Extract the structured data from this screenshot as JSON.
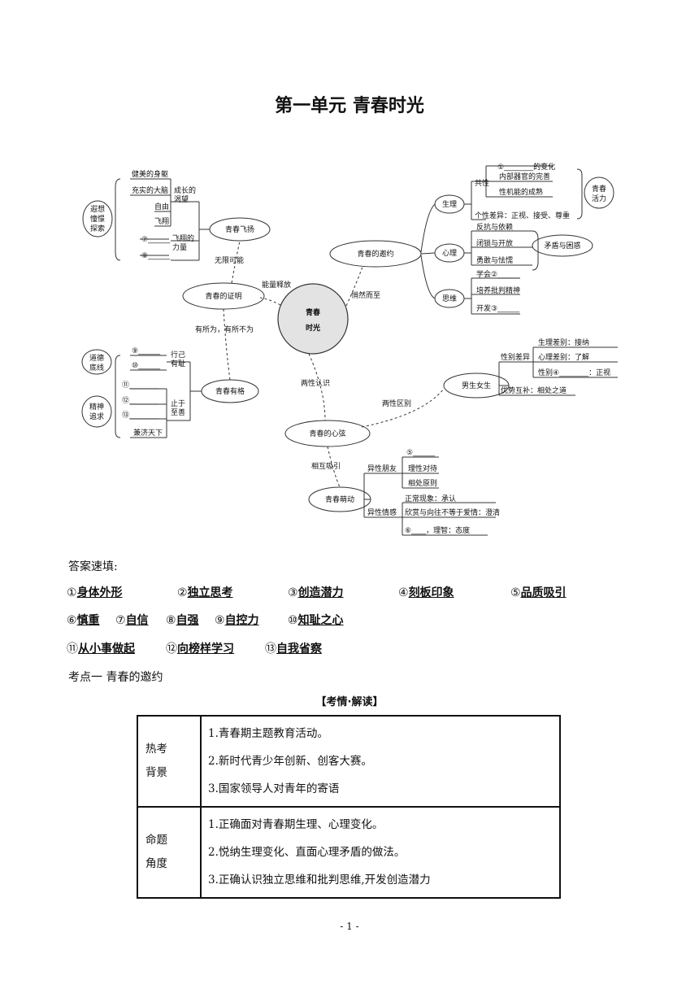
{
  "title": "第一单元  青春时光",
  "mindmap": {
    "center": [
      "青春",
      "时光"
    ],
    "invitation": {
      "node": "青春的邀约",
      "link": "悄然而至",
      "physiology": {
        "node": "生理",
        "common": "共性",
        "items": [
          "①________的变化",
          "内部器官的完善",
          "性机能的成熟"
        ],
        "individual": "个性差异：正视、接受、尊重",
        "side": [
          "青春",
          "活力"
        ]
      },
      "psychology": {
        "node": "心理",
        "items": [
          "反抗与依赖",
          "闭锁与开放",
          "勇敢与怯懦"
        ],
        "side": "矛盾与困惑"
      },
      "thinking": {
        "node": "思维",
        "items": [
          "学会②______",
          "培养批判精神",
          "开发③______"
        ]
      }
    },
    "proof": {
      "node": "青春的证明",
      "link_up": "能量释放",
      "link_down": "有所为，有所不为"
    },
    "flying": {
      "node": "青春飞扬",
      "link": "无限可能",
      "dream_group": [
        "遐想",
        "憧憬",
        "探索"
      ],
      "dream_items": [
        "健美的身躯",
        "充实的大脑",
        "自由",
        "飞翔"
      ],
      "dream_label": [
        "成长的",
        "渴望"
      ],
      "power_items": [
        "⑦______",
        "⑧______"
      ],
      "power_label": [
        "飞翔的",
        "力量"
      ]
    },
    "character": {
      "node": "青春有格",
      "moral": [
        "道德",
        "底线"
      ],
      "moral_items": [
        "⑨______",
        "⑩______"
      ],
      "moral_label": [
        "行己",
        "有耻"
      ],
      "spirit": [
        "精神",
        "追求"
      ],
      "spirit_items": [
        "⑪________",
        "⑫________",
        "⑬________",
        "兼济天下"
      ],
      "spirit_label": [
        "止于",
        "至善"
      ]
    },
    "heart": {
      "node": "青春的心弦",
      "link_up": "两性认识",
      "link_right": "两性区别",
      "link_down": "相互吸引"
    },
    "gender": {
      "node": "男生女生",
      "diff": "性别差异",
      "diff_items": [
        "生理差别：接纳",
        "心理差别：了解",
        "性别④________：正视"
      ],
      "complement": "优势互补：相处之道"
    },
    "budding": {
      "node": "青春萌动",
      "friend": "异性朋友",
      "friend_items": [
        "⑤______",
        "理性对待",
        "相处原则"
      ],
      "emotion": "异性情感",
      "emotion_items": [
        "正常现象：承认",
        "欣赏与向往不等于爱情：澄清",
        "⑥____，理智：态度"
      ]
    }
  },
  "answers_label": "答案速填:",
  "answers": [
    [
      {
        "num": "①",
        "val": "身体外形"
      },
      {
        "num": "②",
        "val": "独立思考"
      },
      {
        "num": "③",
        "val": "创造潜力"
      },
      {
        "num": "④",
        "val": "刻板印象"
      },
      {
        "num": "⑤",
        "val": "品质吸引"
      }
    ],
    [
      {
        "num": "⑥",
        "val": "慎重"
      },
      {
        "num": "⑦",
        "val": "自信"
      },
      {
        "num": "⑧",
        "val": "自强"
      },
      {
        "num": "⑨",
        "val": "自控力"
      },
      {
        "num": "⑩",
        "val": "知耻之心"
      }
    ],
    [
      {
        "num": "⑪",
        "val": "从小事做起"
      },
      {
        "num": "⑫",
        "val": "向榜样学习"
      },
      {
        "num": "⑬",
        "val": "自我省察"
      }
    ]
  ],
  "kaodian": "考点一    青春的邀约",
  "kaoqing": "【考情·解读】",
  "table": [
    {
      "head": [
        "热考",
        "背景"
      ],
      "items": [
        "1.青春期主题教育活动。",
        "2.新时代青少年创新、创客大赛。",
        "3.国家领导人对青年的寄语"
      ]
    },
    {
      "head": [
        "命题",
        "角度"
      ],
      "items": [
        "1.正确面对青春期生理、心理变化。",
        "2.悦纳生理变化、直面心理矛盾的做法。",
        "3.正确认识独立思维和批判思维,开发创造潜力"
      ]
    }
  ],
  "page_number": "- 1 -"
}
